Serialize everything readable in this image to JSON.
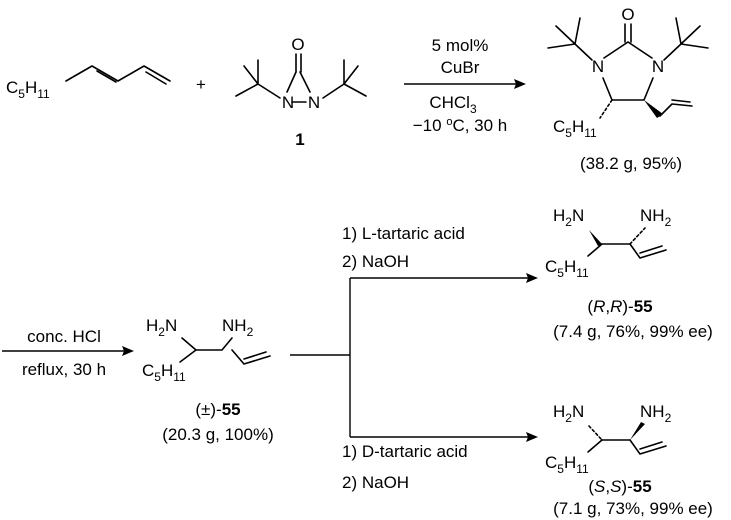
{
  "step1": {
    "diene": {
      "label": "C",
      "sub": "5",
      "sub2": "H",
      "sub3": "11"
    },
    "plus": "+",
    "reagent": {
      "oxygen": "O",
      "n1": "N",
      "n2": "N",
      "compound_no": "1"
    },
    "conditions": {
      "line1": "5 mol%",
      "line2": "CuBr",
      "line3": "CHCl",
      "line3_sub": "3",
      "line4_a": "−10 ",
      "line4_sup": "o",
      "line4_b": "C, 30 h"
    },
    "product": {
      "oxygen": "O",
      "n1": "N",
      "n2": "N",
      "chain_c": "C",
      "chain_sub1": "5",
      "chain_h": "H",
      "chain_sub2": "11",
      "yield": "(38.2 g, 95%)"
    }
  },
  "step2": {
    "conditions": {
      "line1": "conc. HCl",
      "line2": "reflux, 30 h"
    },
    "racemate": {
      "nh2_left": "H",
      "nh2_left_sub": "2",
      "nh2_left_n": "N",
      "nh2_right": "NH",
      "nh2_right_sub": "2",
      "chain_c": "C",
      "chain_sub1": "5",
      "chain_h": "H",
      "chain_sub2": "11",
      "label_prefix": "(±)-",
      "label_no": "55",
      "yield": "(20.3 g, 100%)"
    }
  },
  "resolution_top": {
    "cond1": "1) L-tartaric acid",
    "cond2": "2) NaOH",
    "product": {
      "nh2_left": "H",
      "nh2_left_sub": "2",
      "nh2_left_n": "N",
      "nh2_right": "NH",
      "nh2_right_sub": "2",
      "chain_c": "C",
      "chain_sub1": "5",
      "chain_h": "H",
      "chain_sub2": "11",
      "label_open": "(",
      "label_r1": "R",
      "label_comma": ",",
      "label_r2": "R",
      "label_close": ")-",
      "label_no": "55",
      "yield": "(7.4 g, 76%, 99% ee)"
    }
  },
  "resolution_bottom": {
    "cond1": "1) D-tartaric acid",
    "cond2": "2) NaOH",
    "product": {
      "nh2_left": "H",
      "nh2_left_sub": "2",
      "nh2_left_n": "N",
      "nh2_right": "NH",
      "nh2_right_sub": "2",
      "chain_c": "C",
      "chain_sub1": "5",
      "chain_h": "H",
      "chain_sub2": "11",
      "label_open": "(",
      "label_s1": "S",
      "label_comma": ",",
      "label_s2": "S",
      "label_close": ")-",
      "label_no": "55",
      "yield": "(7.1 g, 73%, 99% ee)"
    }
  }
}
